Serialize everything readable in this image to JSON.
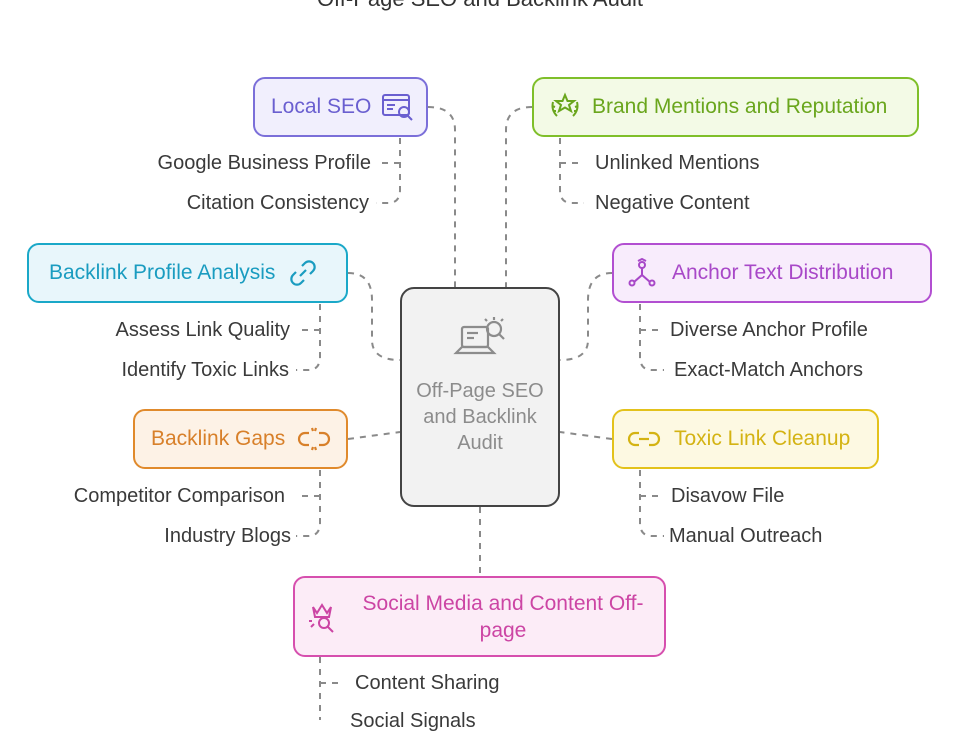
{
  "title": "Off-Page SEO and Backlink Audit",
  "center": {
    "label": "Off-Page SEO and Backlink Audit",
    "icon": "laptop-search-icon"
  },
  "branches": {
    "local_seo": {
      "label": "Local SEO",
      "icon": "browser-search-icon",
      "color": "#7b6fd9",
      "items": [
        "Google Business Profile",
        "Citation Consistency"
      ]
    },
    "brand_mentions": {
      "label": "Brand Mentions and Reputation",
      "icon": "laurel-star-icon",
      "color": "#7fbf2a",
      "items": [
        "Unlinked Mentions",
        "Negative Content"
      ]
    },
    "backlink_profile": {
      "label": "Backlink Profile Analysis",
      "icon": "link-icon",
      "color": "#1aa8c8",
      "items": [
        "Assess Link Quality",
        "Identify Toxic Links"
      ]
    },
    "anchor_text": {
      "label": "Anchor Text Distribution",
      "icon": "anchor-network-icon",
      "color": "#b24fd1",
      "items": [
        "Diverse Anchor Profile",
        "Exact-Match Anchors"
      ]
    },
    "backlink_gaps": {
      "label": "Backlink Gaps",
      "icon": "broken-link-icon",
      "color": "#e08a2c",
      "items": [
        "Competitor Comparison",
        "Industry Blogs"
      ]
    },
    "toxic_cleanup": {
      "label": "Toxic Link Cleanup",
      "icon": "unlink-icon",
      "color": "#e3c21b",
      "items": [
        "Disavow File",
        "Manual Outreach"
      ]
    },
    "social_media": {
      "label": "Social Media and Content Off-page",
      "icon": "crown-search-icon",
      "color": "#d64fae",
      "items": [
        "Content Sharing",
        "Social Signals"
      ]
    }
  }
}
